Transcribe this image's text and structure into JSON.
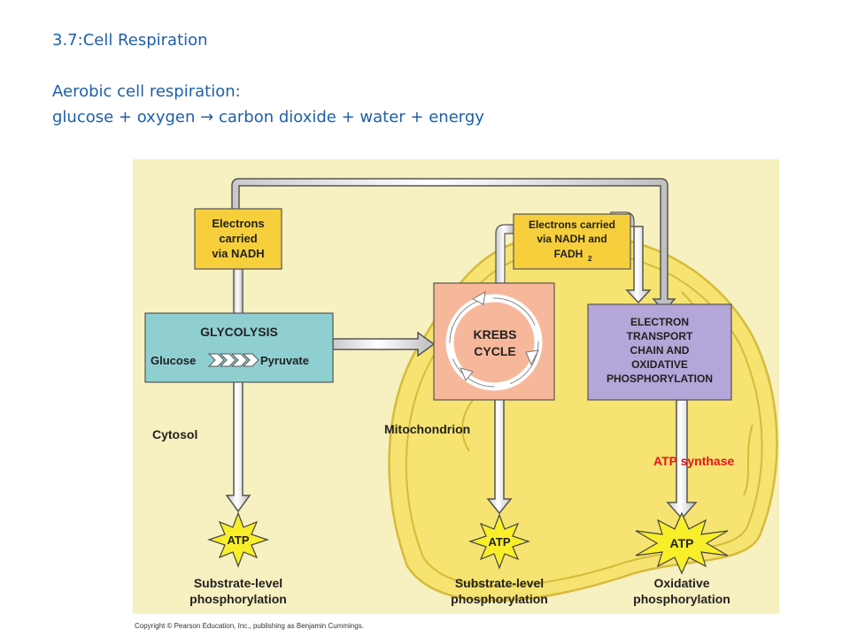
{
  "slide": {
    "title": "3.7:Cell Respiration",
    "line1": "Aerobic cell respiration:",
    "equation_left": "glucose + oxygen ",
    "equation_arrow": "→",
    "equation_right": " carbon dioxide + water + energy"
  },
  "diagram": {
    "electrons_nadh": [
      "Electrons",
      "carried",
      "via NADH"
    ],
    "electrons_nadh_fadh": [
      "Electrons carried",
      "via NADH and",
      "FADH"
    ],
    "fadh_subscript": "2",
    "glycolysis": "GLYCOLYSIS",
    "glucose": "Glucose",
    "pyruvate": "Pyruvate",
    "krebs": [
      "KREBS",
      "CYCLE"
    ],
    "etc": [
      "ELECTRON",
      "TRANSPORT",
      "CHAIN AND",
      "OXIDATIVE",
      "PHOSPHORYLATION"
    ],
    "cytosol": "Cytosol",
    "mitochondrion": "Mitochondrion",
    "atp_synthase": "ATP  synthase",
    "atp": "ATP",
    "substrate_level": [
      "Substrate-level",
      "phosphorylation"
    ],
    "oxidative": [
      "Oxidative",
      "phosphorylation"
    ],
    "copyright": "Copyright © Pearson Education, Inc., publishing as Benjamin Cummings."
  },
  "colors": {
    "title_text": "#1f5fa8",
    "panel_bg": "#f7f0c0",
    "mitochondrion_fill": "#f6e371",
    "electron_box": "#f7cf3c",
    "glycolysis_box": "#8fcfd2",
    "krebs_box": "#f7b79a",
    "etc_box": "#b4a6d8",
    "atp_star": "#f8ee2a",
    "atp_synthase_text": "#e8141c"
  }
}
